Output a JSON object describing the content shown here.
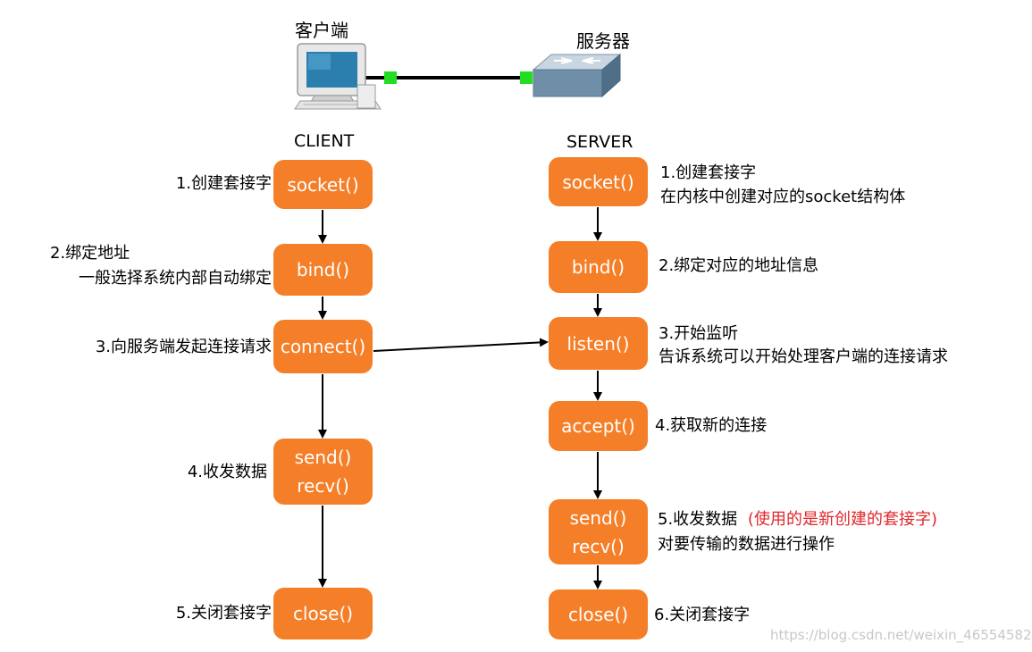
{
  "header": {
    "client_cn": "客户端",
    "server_cn": "服务器",
    "client_en": "CLIENT",
    "server_en": "SERVER"
  },
  "client": {
    "socket_box": "socket()",
    "bind_box": "bind()",
    "connect_box": "connect()",
    "send_box": "send()",
    "recv_box": "recv()",
    "close_box": "close()",
    "step1": "1.创建套接字",
    "step2_line1": "2.绑定地址",
    "step2_line2": "一般选择系统内部自动绑定",
    "step3": "3.向服务端发起连接请求",
    "step4": "4.收发数据",
    "step5": "5.关闭套接字"
  },
  "server": {
    "socket_box": "socket()",
    "bind_box": "bind()",
    "listen_box": "listen()",
    "accept_box": "accept()",
    "send_box": "send()",
    "recv_box": "recv()",
    "close_box": "close()",
    "step1_line1": "1.创建套接字",
    "step1_line2": "在内核中创建对应的socket结构体",
    "step2": "2.绑定对应的地址信息",
    "step3_line1": "3.开始监听",
    "step3_line2": "告诉系统可以开始处理客户端的连接请求",
    "step4": "4.获取新的连接",
    "step5_line1": "5.收发数据",
    "step5_note": "(使用的是新创建的套接字)",
    "step5_line2": "对要传输的数据进行操作",
    "step6": "6.关闭套接字"
  },
  "watermark": "https://blog.csdn.net/weixin_46554582",
  "colors": {
    "box": "#f47f28",
    "note_red": "#e0262b",
    "link_green": "#22dd22",
    "monitor_blue": "#2a7fae"
  },
  "icons": {
    "client": "desktop-computer-icon",
    "server": "network-switch-icon"
  }
}
